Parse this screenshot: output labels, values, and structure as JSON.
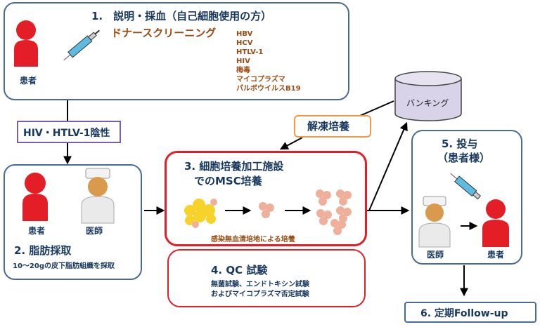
{
  "step1": {
    "title": "1.　説明・採血（自己細胞使用の方）",
    "subtitle": "ドナースクリーニング",
    "patient_label": "患者",
    "tests": [
      "HBV",
      "HCV",
      "HTLV-1",
      "HIV",
      "梅毒",
      "マイコプラズマ",
      "パルボウイルスB19"
    ]
  },
  "hiv_label": "HIV・HTLV-1陰性",
  "step2": {
    "patient_label": "患者",
    "doctor_label": "医師",
    "title": "2. 脂肪採取",
    "desc": "10～20gの皮下脂肪組織を採取"
  },
  "banking_label": "バンキング",
  "thaw_label": "解凍培養",
  "step3": {
    "title_line1": "3. 細胞培養加工施設",
    "title_line2": "でのMSC培養",
    "desc": "感染無血清培地による培養"
  },
  "step4": {
    "title": "4. QC 試験",
    "desc_line1": "無菌試験、エンドトキシン試験",
    "desc_line2": "およびマイコプラズマ否定試験"
  },
  "step5": {
    "title_line1": "5. 投与",
    "title_line2": "（患者様）",
    "doctor_label": "医師",
    "patient_label": "患者"
  },
  "step6": {
    "title": "6. 定期Follow-up"
  }
}
